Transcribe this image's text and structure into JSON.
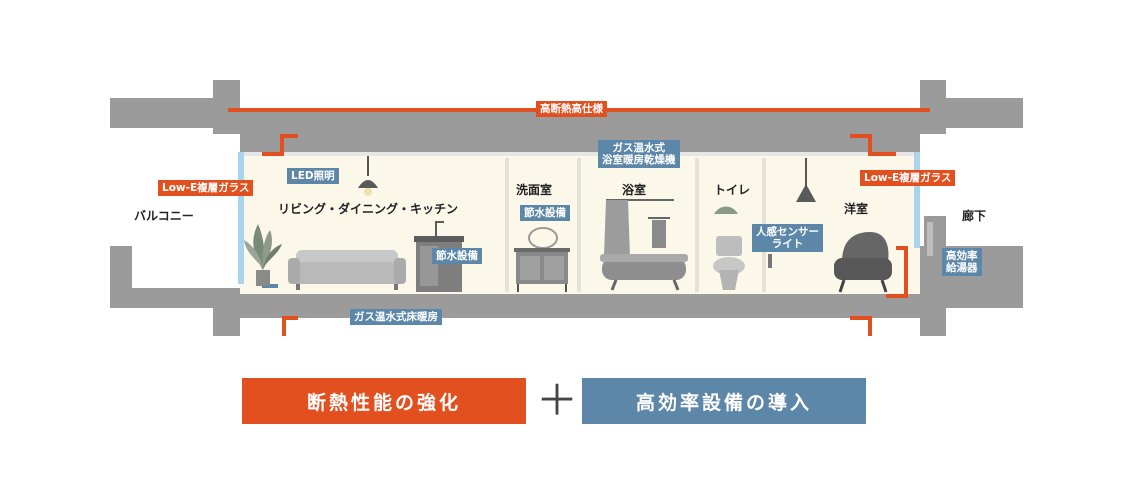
{
  "colors": {
    "orange": "#e2501f",
    "blue": "#5d87a8",
    "concrete": "#9b9b9b",
    "room_bg": "#fbf8ea",
    "ceiling": "#d8d8d8",
    "glass": "#a9d4ee"
  },
  "labels": {
    "high_insulation": "高断熱高仕様",
    "lowe_glass_left": "Low-E複層ガラス",
    "lowe_glass_right": "Low-E複層ガラス",
    "led": "LED照明",
    "gas_heater_dryer": "ガス温水式\n浴室暖房乾燥機",
    "water_saving_sink": "節水設備",
    "water_saving_kitchen": "節水設備",
    "motion_light": "人感センサー\nライト",
    "water_heater": "高効率\n給湯器",
    "floor_heating": "ガス温水式床暖房"
  },
  "rooms": {
    "balcony": "バルコニー",
    "living": "リビング・ダイニング・キッチン",
    "washroom": "洗面室",
    "bathroom": "浴室",
    "toilet": "トイレ",
    "western_room": "洋室",
    "corridor": "廊下"
  },
  "footer": {
    "insulation": "断熱性能の強化",
    "plus": "＋",
    "equipment": "高効率設備の導入"
  },
  "icons": [
    "plant-icon",
    "sofa-icon",
    "pendant-lamp-icon",
    "kitchen-icon",
    "washbasin-icon",
    "bathtub-icon",
    "towel-icon",
    "toilet-icon",
    "pendant-lamp-icon",
    "armchair-icon",
    "water-heater-icon"
  ]
}
